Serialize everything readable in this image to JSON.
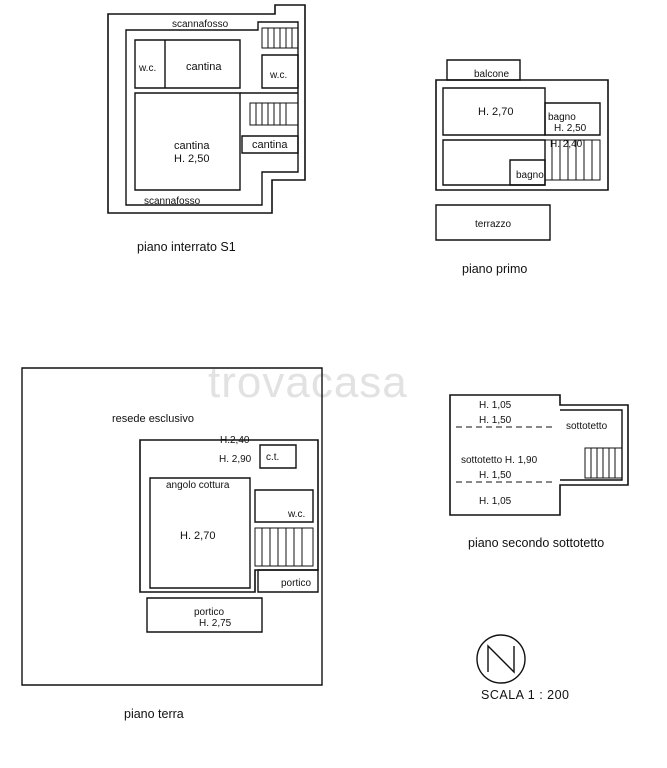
{
  "watermark": "trovacasa",
  "plans": {
    "interrato": {
      "title": "piano interrato S1",
      "labels": {
        "scannafosso_top": "scannafosso",
        "wc_left": "w.c.",
        "cantina_top": "cantina",
        "wc_right": "w.c.",
        "cantina_main": "cantina",
        "height_main": "H. 2,50",
        "cantina_small": "cantina",
        "scannafosso_bottom": "scannafosso"
      }
    },
    "primo": {
      "title": "piano primo",
      "labels": {
        "balcone": "balcone",
        "height_room": "H. 2,70",
        "bagno_top": "bagno",
        "height_bagno": "H. 2,50",
        "height_stair": "H. 2,40",
        "bagno_small": "bagno",
        "terrazzo": "terrazzo"
      }
    },
    "terra": {
      "title": "piano terra",
      "labels": {
        "resede": "resede esclusivo",
        "h240": "H.2,40",
        "h290": "H. 2,90",
        "ct": "c.t.",
        "angolo": "angolo cottura",
        "wc": "w.c.",
        "height_main": "H. 2,70",
        "portico_side": "portico",
        "portico": "portico",
        "portico_height": "H. 2,75"
      }
    },
    "secondo": {
      "title": "piano secondo sottotetto",
      "labels": {
        "h105_top": "H. 1,05",
        "h150_top": "H. 1,50",
        "sottotetto_right": "sottotetto",
        "sottotetto_mid": "sottotetto H. 1,90",
        "h150_bottom": "H. 1,50",
        "h105_bottom": "H. 1,05"
      }
    }
  },
  "scale": "SCALA 1 : 200"
}
